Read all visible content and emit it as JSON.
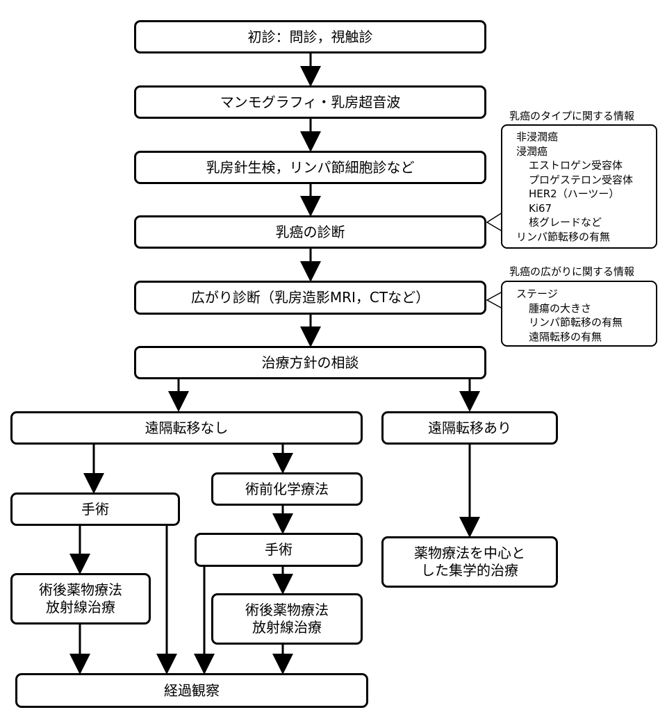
{
  "flow": {
    "initial_exam": "初診：問診，視触診",
    "imaging": "マンモグラフィ・乳房超音波",
    "biopsy": "乳房針生検，リンパ節細胞診など",
    "diagnosis": "乳癌の診断",
    "spread_diagnosis": "広がり診断（乳房造影MRI，CTなど）",
    "treatment_consult": "治療方針の相談",
    "no_metastasis": "遠隔転移なし",
    "metastasis": "遠隔転移あり",
    "neoadjuvant": "術前化学療法",
    "surgery_left": "手術",
    "surgery_right": "手術",
    "postop_left": [
      "術後薬物療法",
      "放射線治療"
    ],
    "postop_right": [
      "術後薬物療法",
      "放射線治療"
    ],
    "drug_therapy": [
      "薬物療法を中心と",
      "した集学的治療"
    ],
    "follow_up": "経過観察"
  },
  "type_info": {
    "caption": "乳癌のタイプに関する情報",
    "items": [
      {
        "text": "非浸潤癌",
        "indent": 0
      },
      {
        "text": "浸潤癌",
        "indent": 0
      },
      {
        "text": "エストロゲン受容体",
        "indent": 1
      },
      {
        "text": "プロゲステロン受容体",
        "indent": 1
      },
      {
        "text": "HER2（ハーツー）",
        "indent": 1
      },
      {
        "text": "Ki67",
        "indent": 1
      },
      {
        "text": "核グレードなど",
        "indent": 1
      },
      {
        "text": "リンパ節転移の有無",
        "indent": 0
      }
    ]
  },
  "spread_info": {
    "caption": "乳癌の広がりに関する情報",
    "items": [
      {
        "text": "ステージ",
        "indent": 0
      },
      {
        "text": "腫瘍の大きさ",
        "indent": 1
      },
      {
        "text": "リンパ節転移の有無",
        "indent": 1
      },
      {
        "text": "遠隔転移の有無",
        "indent": 1
      }
    ]
  }
}
